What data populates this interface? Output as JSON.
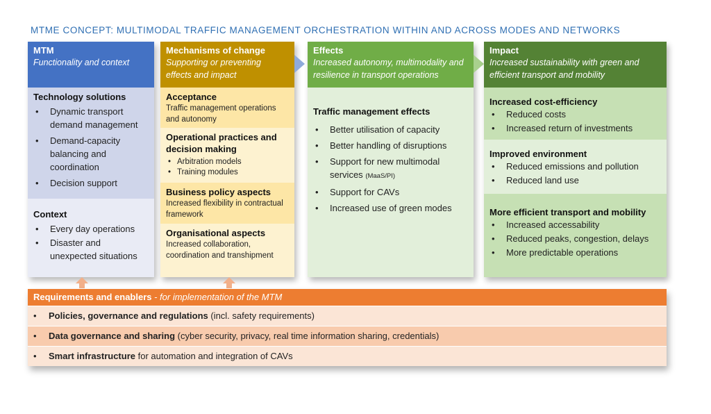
{
  "title": "MTME CONCEPT: MULTIMODAL TRAFFIC MANAGEMENT ORCHESTRATION WITHIN AND ACROSS MODES AND NETWORKS",
  "colors": {
    "mtm": "#4472c4",
    "mechanisms": "#bf9000",
    "effects": "#70ad47",
    "impact": "#548235",
    "requirements": "#ed7d31"
  },
  "mtm": {
    "heading": "MTM",
    "subheading": "Functionality and context",
    "technology": {
      "title": "Technology solutions",
      "items": [
        "Dynamic transport demand management",
        "Demand-capacity balancing and coordination",
        "Decision support"
      ]
    },
    "context": {
      "title": "Context",
      "items": [
        "Every day operations",
        "Disaster and unexpected situations"
      ]
    }
  },
  "mechanisms": {
    "heading": "Mechanisms of change",
    "subheading": "Supporting or preventing effects and impact",
    "acceptance": {
      "title": "Acceptance",
      "text": "Traffic management operations and autonomy"
    },
    "operational": {
      "title": "Operational practices and decision making",
      "items": [
        "Arbitration models",
        "Training modules"
      ]
    },
    "business": {
      "title": "Business policy aspects",
      "text": "Increased flexibility in contractual framework"
    },
    "organisational": {
      "title": "Organisational aspects",
      "text": "Increased collaboration, coordination and transhipment"
    }
  },
  "effects": {
    "heading": "Effects",
    "subheading": "Increased autonomy, multimodality and resilience in transport operations",
    "section_title": "Traffic management effects",
    "items": [
      "Better utilisation of capacity",
      "Better handling of disruptions",
      "Support for new multimodal services",
      "Support for CAVs",
      "Increased use  of green modes"
    ],
    "maas_note": "(MaaS/PI)"
  },
  "impact": {
    "heading": "Impact",
    "subheading": "Increased sustainability with green and efficient transport and mobility",
    "cost": {
      "title": "Increased cost-efficiency",
      "items": [
        "Reduced costs",
        "Increased return of investments"
      ]
    },
    "environment": {
      "title": "Improved environment",
      "items": [
        "Reduced emissions and pollution",
        "Reduced land use"
      ]
    },
    "mobility": {
      "title": "More efficient transport and mobility",
      "items": [
        "Increased accessability",
        "Reduced peaks, congestion, delays",
        "More predictable operations"
      ]
    }
  },
  "requirements": {
    "heading": "Requirements and enablers",
    "heading_suffix": " - for implementation of the MTM",
    "rows": [
      {
        "bold": "Policies, governance and regulations",
        "rest": " (incl. safety requirements)"
      },
      {
        "bold": "Data governance and sharing",
        "rest": " (cyber security, privacy, real time information sharing, credentials)"
      },
      {
        "bold": "Smart infrastructure",
        "rest": "  for automation and  integration of CAVs"
      }
    ]
  }
}
